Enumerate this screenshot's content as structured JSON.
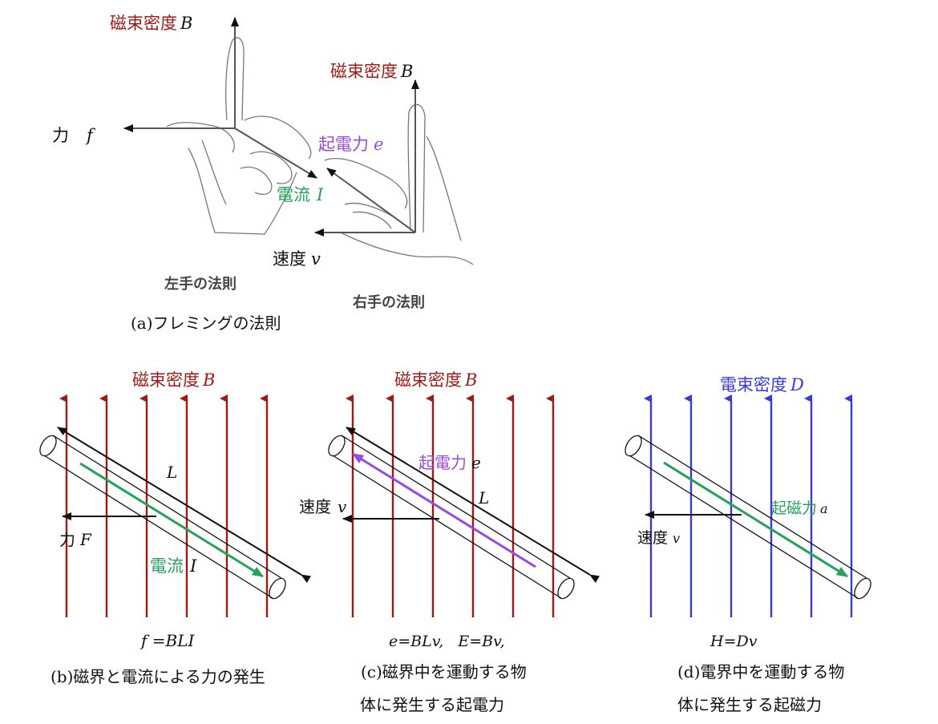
{
  "colors": {
    "magnetic": "#a01818",
    "current": "#27a05a",
    "emf": "#9a4ad8",
    "electric": "#3a3ad8",
    "force": "#111111"
  },
  "panel_a": {
    "B_left_text": "磁束密度",
    "B_left_sym": "B",
    "force_text": "力",
    "force_sym": "f",
    "current_text": "電流",
    "current_sym": "I",
    "B_right_text": "磁束密度",
    "B_right_sym": "B",
    "emf_text": "起電力",
    "emf_sym": "e",
    "velocity_text": "速度",
    "velocity_sym": "v",
    "left_rule": "左手の法則",
    "right_rule": "右手の法則",
    "caption": "(a)フレミングの法則"
  },
  "panel_b": {
    "B_text": "磁束密度",
    "B_sym": "B",
    "length_sym": "L",
    "force_text": "力",
    "force_sym": "F",
    "current_text": "電流",
    "current_sym": "I",
    "formula": "f =BLI",
    "caption": "(b)磁界と電流による力の発生"
  },
  "panel_c": {
    "B_text": "磁束密度",
    "B_sym": "B",
    "emf_text": "起電力",
    "emf_sym": "e",
    "length_sym": "L",
    "velocity_text": "速度",
    "velocity_sym": "v",
    "formula": "e=BLv,   E=Bv,",
    "caption_line1": "(c)磁界中を運動する物",
    "caption_line2": "体に発生する起電力"
  },
  "panel_d": {
    "D_text": "電束密度",
    "D_sym": "D",
    "mmf_text": "起磁力",
    "mmf_sym": "a",
    "velocity_text": "速度",
    "velocity_sym": "v",
    "formula": "H=Dv",
    "caption_line1": "(d)電界中を運動する物",
    "caption_line2": "体に発生する起磁力"
  }
}
